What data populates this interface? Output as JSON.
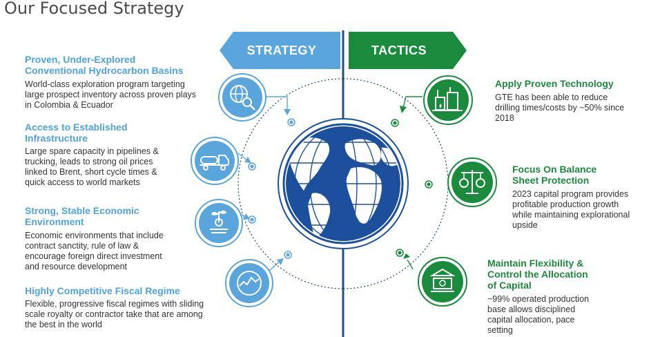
{
  "title": "Our Focused Strategy",
  "banners": {
    "strategy": "STRATEGY",
    "tactics": "TACTICS"
  },
  "colors": {
    "strategy_blue": "#5aa6dc",
    "tactics_green": "#1a8a3d",
    "globe_navy": "#1c4f9c"
  },
  "strategy": [
    {
      "title": [
        "Proven, Under-Explored",
        "Conventional Hydrocarbon Basins"
      ],
      "desc": [
        "World-class exploration program targeting",
        "large prospect inventory across proven plays",
        "in Colombia & Ecuador"
      ],
      "icon": "globe-magnifier-icon"
    },
    {
      "title": [
        "Access to Established",
        "Infrastructure"
      ],
      "desc": [
        "Large spare capacity in pipelines &",
        "trucking, leads to strong oil prices",
        "linked to Brent, short cycle times &",
        "quick access to world markets"
      ],
      "icon": "tanker-truck-icon"
    },
    {
      "title": [
        "Strong, Stable Economic",
        "Environment"
      ],
      "desc": [
        "Economic environments that include",
        "contract sanctity, rule of law &",
        "encourage foreign direct investment",
        "and resource development"
      ],
      "icon": "plant-coins-icon"
    },
    {
      "title": [
        "Highly Competitive Fiscal Regime"
      ],
      "desc": [
        "Flexible, progressive fiscal regimes with sliding",
        "scale royalty or contractor take that are among",
        "the best in the world"
      ],
      "icon": "trend-chart-icon"
    }
  ],
  "tactics": [
    {
      "title": [
        "Apply Proven Technology"
      ],
      "desc": [
        "GTE has been able to reduce",
        "drilling times/costs by ~50% since",
        "2018"
      ],
      "icon": "oil-refinery-icon"
    },
    {
      "title": [
        "Focus On Balance",
        "Sheet Protection"
      ],
      "desc": [
        "2023 capital program provides",
        "profitable production growth",
        "while maintaining explorational",
        "upside"
      ],
      "icon": "balance-scale-icon"
    },
    {
      "title": [
        "Maintain Flexibility &",
        "Control the Allocation",
        "of Capital"
      ],
      "desc": [
        "~99% operated production",
        "base allows disciplined",
        "capital allocation, pace",
        "setting"
      ],
      "icon": "bank-money-icon"
    }
  ]
}
